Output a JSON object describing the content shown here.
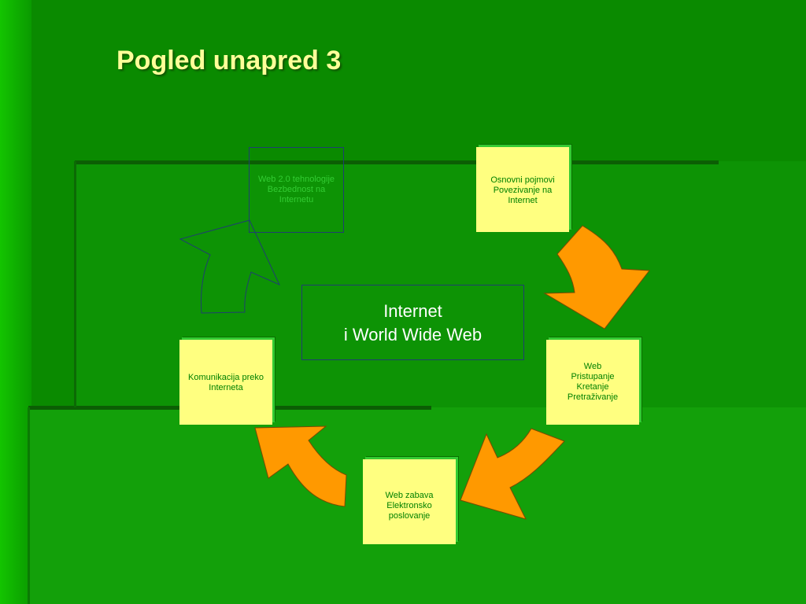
{
  "title": "Pogled unapred 3",
  "center": {
    "line1": "Internet",
    "line2": "i World Wide Web"
  },
  "nodes": {
    "top_right": [
      "Osnovni pojmovi",
      "Povezivanje na",
      "Internet"
    ],
    "right": [
      "Web",
      "Pristupanje",
      "Kretanje",
      "Pretraživanje"
    ],
    "bottom": [
      "Web zabava",
      "Elektronsko",
      "poslovanje"
    ],
    "left": [
      "Komunikacija preko",
      "Interneta"
    ],
    "top_left": [
      "Web 2.0 tehnologije",
      "Bezbednost na",
      "Internetu"
    ]
  },
  "colors": {
    "background": "#0a8a00",
    "card_fill": "#ffff80",
    "card_text": "#008000",
    "arrow_fill": "#ff9900",
    "title": "#ffff99"
  }
}
